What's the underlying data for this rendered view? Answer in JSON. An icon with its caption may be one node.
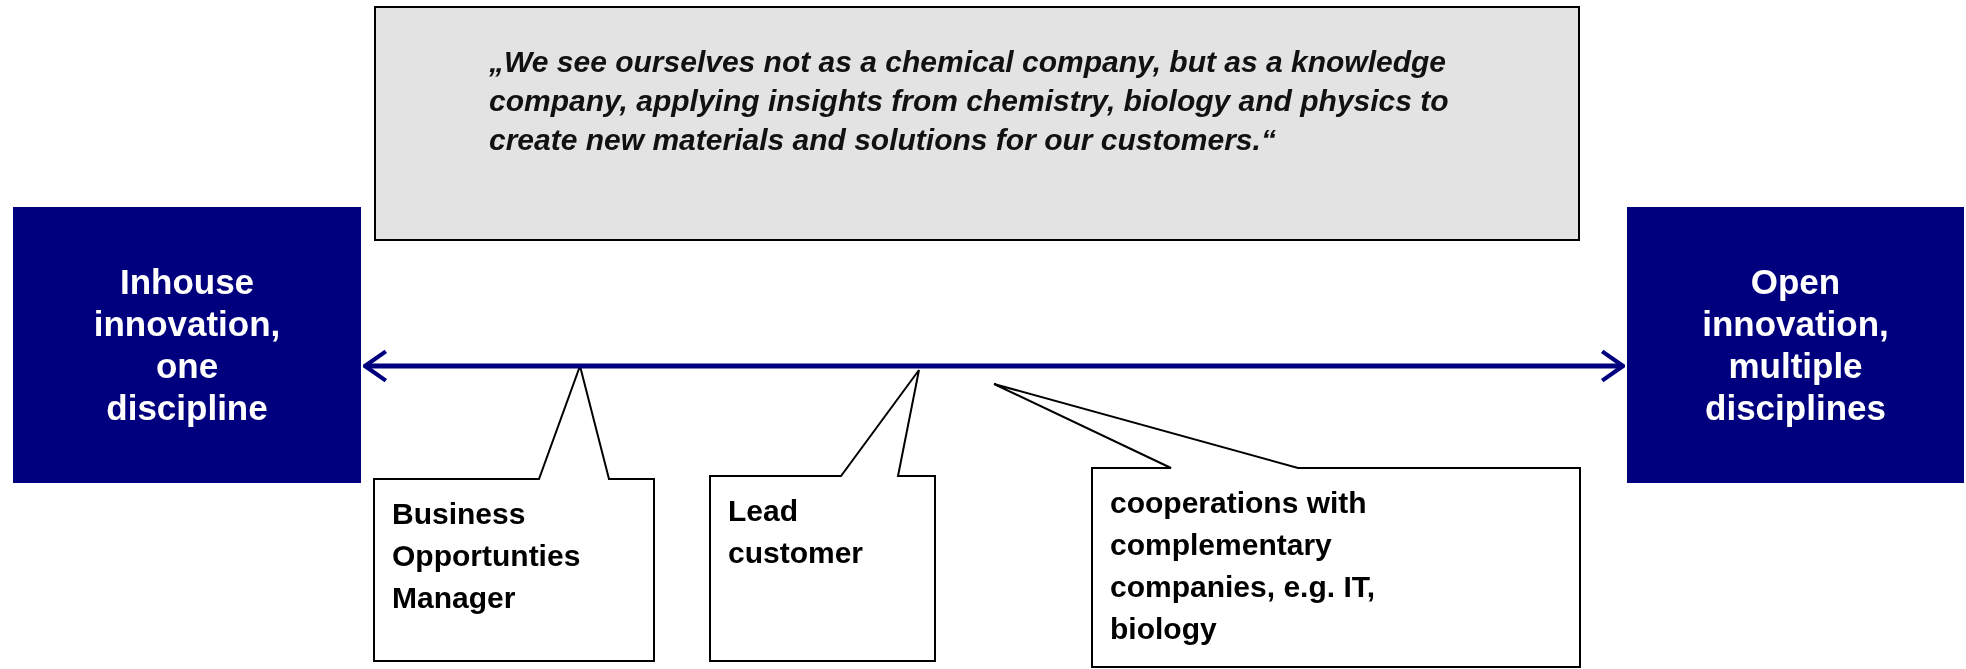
{
  "diagram": {
    "nodes": [
      {
        "text": [
          "„We see ourselves not as a chemical company, but as a knowledge company, applying insights from chemistry, biology and physics to create new materials and solutions for our customers.“"
        ]
      },
      {
        "text": [
          "Inhouse innovation, one discipline"
        ]
      },
      {
        "text": [
          "Open innovation, multiple disciplines"
        ]
      },
      {
        "text": [
          "Business Opportunties Manager"
        ]
      },
      {
        "text": [
          "Lead customer"
        ]
      },
      {
        "text": [
          "cooperations with complementary companies, e.g. IT, biology"
        ]
      }
    ],
    "edges": [
      {
        "from": 1,
        "to": 2,
        "arrow": "both",
        "color": "#00007f"
      }
    ]
  }
}
